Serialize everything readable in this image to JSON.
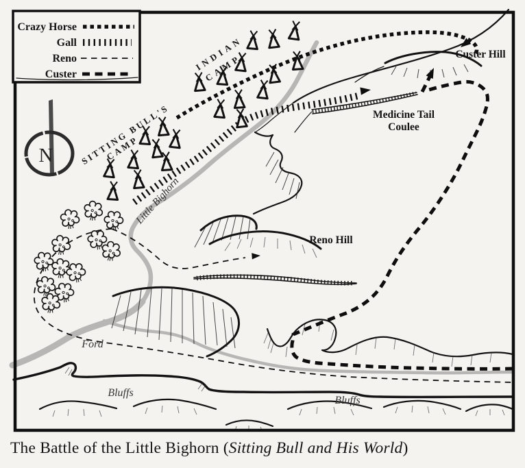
{
  "legend": {
    "items": [
      {
        "label": "Crazy Horse",
        "style": "bold-dotted"
      },
      {
        "label": "Gall",
        "style": "tick-marks"
      },
      {
        "label": "Reno",
        "style": "thin-dashed"
      },
      {
        "label": "Custer",
        "style": "thick-dashed"
      }
    ]
  },
  "compass": {
    "letter": "N"
  },
  "labels": {
    "indian_camp_line1": "INDIAN",
    "indian_camp_line2": "CAMP",
    "sitting_bulls_line1": "SITTING BULL'S",
    "sitting_bulls_line2": "CAMP",
    "river": "Little Bighorn",
    "custer_hill": "Custer Hill",
    "medicine_tail_line1": "Medicine Tail",
    "medicine_tail_line2": "Coulee",
    "reno_hill": "Reno Hill",
    "ford": "Ford",
    "bluffs_left": "Bluffs",
    "bluffs_right": "Bluffs"
  },
  "caption": {
    "prefix": "The Battle of the Little Bighorn (",
    "italic": "Sitting Bull and His World",
    "suffix": ")"
  },
  "colors": {
    "ink": "#131313",
    "river": "#b7b6b4",
    "paper": "#f4f3f0"
  }
}
